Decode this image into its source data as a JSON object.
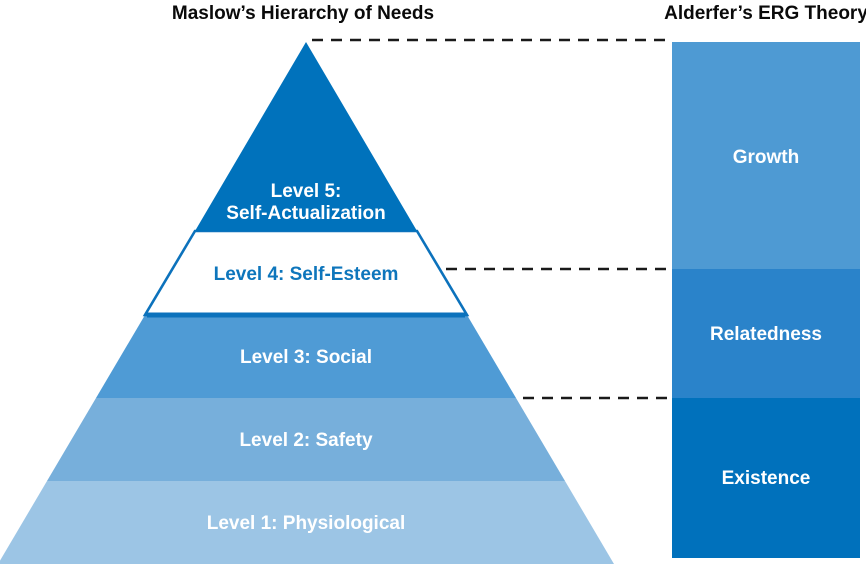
{
  "titles": {
    "maslow": "Maslow’s Hierarchy of Needs",
    "erg": "Alderfer’s ERG Theory"
  },
  "pyramid": {
    "levels": [
      {
        "label": "Level 1: Physiological"
      },
      {
        "label": "Level 2: Safety"
      },
      {
        "label": "Level 3: Social"
      },
      {
        "label": "Level 4: Self-Esteem"
      },
      {
        "label_line1": "Level 5:",
        "label_line2": "Self-Actualization"
      }
    ]
  },
  "erg": {
    "sections": [
      {
        "label": "Growth"
      },
      {
        "label": "Relatedness"
      },
      {
        "label": "Existence"
      }
    ]
  },
  "colors": {
    "level5_fill": "#0072BC",
    "level4_fill": "#FFFFFF",
    "level4_text": "#0E76BC",
    "level3_fill": "#4F9BD5",
    "level2_fill": "#77AFDB",
    "level1_fill": "#9CC5E5",
    "growth_fill": "#4E9AD3",
    "relatedness_fill": "#2A83CA",
    "existence_fill": "#0071BC",
    "outline_blue": "#0C72BC",
    "label_text": "#FFFFFF",
    "title_text": "#0A0A0A",
    "connector": "#1A1A1A"
  }
}
